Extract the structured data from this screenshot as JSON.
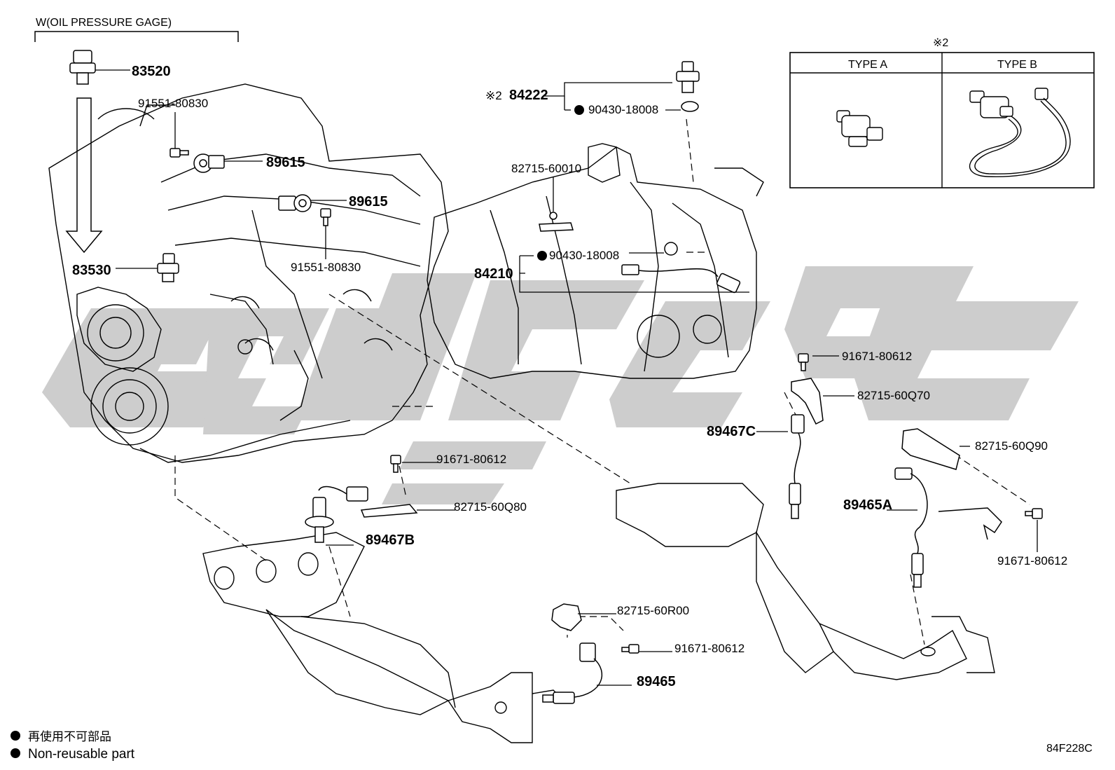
{
  "oil_gage_header": "W(OIL PRESSURE GAGE)",
  "inset": {
    "mark": "※2",
    "type_a": "TYPE A",
    "type_b": "TYPE B"
  },
  "callouts": {
    "p83520": "83520",
    "p91551_top": "91551-80830",
    "p89615_top": "89615",
    "p89615_mid": "89615",
    "p91551_mid": "91551-80830",
    "p83530": "83530",
    "p84222_mark": "※2",
    "p84222": "84222",
    "p90430_top": "90430-18008",
    "p82715_60010": "82715-60010",
    "p90430_mid": "90430-18008",
    "p84210": "84210",
    "p91671_right": "91671-80612",
    "p82715_60Q70": "82715-60Q70",
    "p89467C": "89467C",
    "p82715_60Q90": "82715-60Q90",
    "p89465A": "89465A",
    "p91671_far_right": "91671-80612",
    "p91671_center": "91671-80612",
    "p82715_60Q80": "82715-60Q80",
    "p89467B": "89467B",
    "p82715_60R00": "82715-60R00",
    "p91671_bottom": "91671-80612",
    "p89465": "89465"
  },
  "legend": {
    "line1": "再使用不可部品",
    "line2": "Non-reusable part"
  },
  "diagram_code": "84F228C",
  "colors": {
    "ink": "#000000",
    "watermark": "#c8c8c8"
  }
}
